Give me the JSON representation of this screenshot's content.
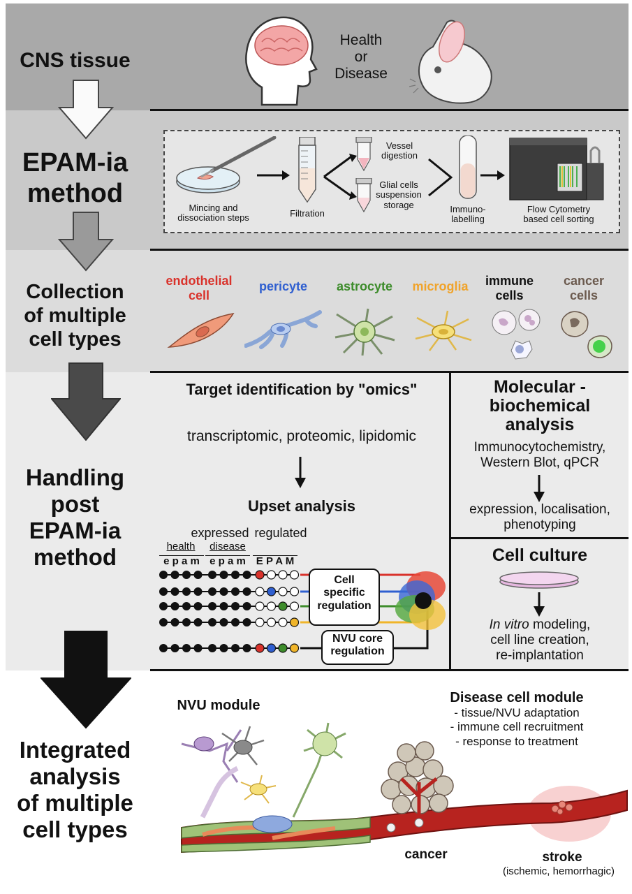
{
  "stages": {
    "cns": "CNS tissue",
    "epam_line1": "EPAM-ia",
    "epam_line2": "method",
    "collection_line1": "Collection",
    "collection_line2": "of multiple",
    "collection_line3": "cell types",
    "handling_line1": "Handling",
    "handling_line2": "post",
    "handling_line3": "EPAM-ia",
    "handling_line4": "method",
    "integrated_line1": "Integrated",
    "integrated_line2": "analysis",
    "integrated_line3": "of multiple",
    "integrated_line4": "cell types"
  },
  "cns_panel": {
    "health": "Health",
    "or": "or",
    "disease": "Disease"
  },
  "epam_panel": {
    "mincing_line1": "Mincing and",
    "mincing_line2": "dissociation steps",
    "filtration": "Filtration",
    "vessel_line1": "Vessel",
    "vessel_line2": "digestion",
    "glial_line1": "Glial cells",
    "glial_line2": "suspension",
    "glial_line3": "storage",
    "immuno_line1": "Immuno-",
    "immuno_line2": "labelling",
    "flow_line1": "Flow Cytometry",
    "flow_line2": "based cell sorting"
  },
  "cell_types": [
    {
      "line1": "endothelial",
      "line2": "cell",
      "color": "#d9322b"
    },
    {
      "line1": "pericyte",
      "line2": "",
      "color": "#2f5fd0"
    },
    {
      "line1": "astrocyte",
      "line2": "",
      "color": "#3d8c2b"
    },
    {
      "line1": "microglia",
      "line2": "",
      "color": "#f0a32a"
    },
    {
      "line1": "immune",
      "line2": "cells",
      "color": "#111111"
    },
    {
      "line1": "cancer",
      "line2": "cells",
      "color": "#6b5a4e"
    }
  ],
  "handling": {
    "omics_title": "Target identification by \"omics\"",
    "omics_types": "transcriptomic, proteomic, lipidomic",
    "upset_title": "Upset analysis",
    "expressed": "expressed",
    "regulated": "regulated",
    "health": "health",
    "disease": "disease",
    "epam_lower": "e p a m",
    "epam_upper": "E P A M",
    "cell_specific_line1": "Cell",
    "cell_specific_line2": "specific",
    "cell_specific_line3": "regulation",
    "nvu_core_line1": "NVU core",
    "nvu_core_line2": "regulation",
    "molecular_line1": "Molecular -",
    "molecular_line2": "biochemical",
    "molecular_line3": "analysis",
    "molecular_methods_line1": "Immunocytochemistry,",
    "molecular_methods_line2": "Western Blot, qPCR",
    "molecular_out_line1": "expression, localisation,",
    "molecular_out_line2": "phenotyping",
    "culture_title": "Cell culture",
    "culture_out_line1a": "In vitro",
    "culture_out_line1b": " modeling,",
    "culture_out_line2": "cell line creation,",
    "culture_out_line3": "re-implantation"
  },
  "integrated": {
    "nvu_module": "NVU module",
    "disease_module": "Disease cell module",
    "disease_item1": "- tissue/NVU adaptation",
    "disease_item2": "- immune cell recruitment",
    "disease_item3": "- response to treatment",
    "cancer": "cancer",
    "stroke": "stroke",
    "stroke_sub": "(ischemic, hemorrhagic)"
  }
}
